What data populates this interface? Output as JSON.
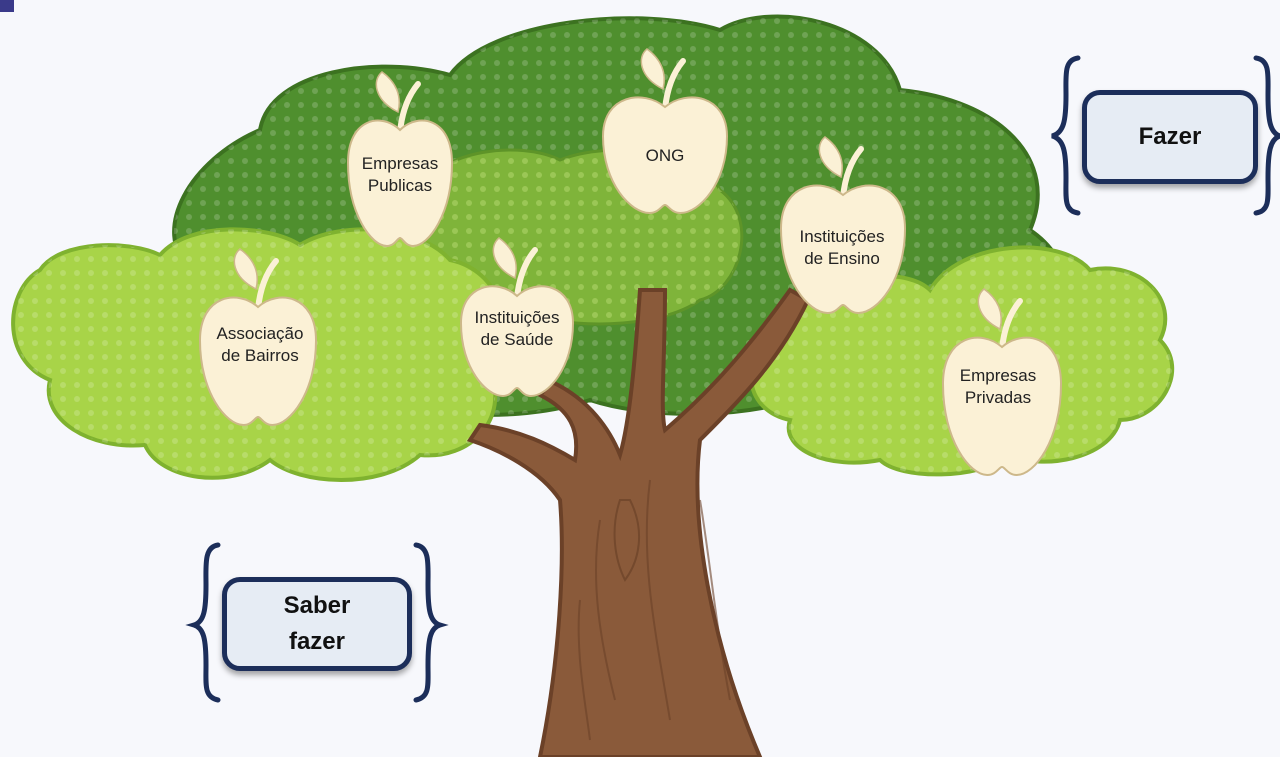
{
  "apples": [
    {
      "id": "empresas-publicas",
      "label": "Empresas\nPublicas"
    },
    {
      "id": "ong",
      "label": "ONG"
    },
    {
      "id": "instituicoes-ensino",
      "label": "Instituições\nde Ensino"
    },
    {
      "id": "associacao-bairros",
      "label": "Associação\nde Bairros"
    },
    {
      "id": "instituicoes-saude",
      "label": "Instituições\nde Saúde"
    },
    {
      "id": "empresas-privadas",
      "label": "Empresas\nPrivadas"
    }
  ],
  "boxes": {
    "fazer": "Fazer",
    "saber_fazer": "Saber\nfazer"
  },
  "colors": {
    "dark_foliage": "#4f8f2e",
    "dark_foliage_edge": "#3c7220",
    "light_foliage": "#a8d448",
    "light_foliage_edge": "#7fb22f",
    "trunk": "#8a5a3a",
    "trunk_dark": "#6b4128",
    "apple_fill": "#fbf1d6",
    "apple_edge": "#cdb88a",
    "leaf": "#b8d96a",
    "box_border": "#1c2e5a",
    "box_fill": "#e6ecf4",
    "brace": "#1c2e5a"
  }
}
